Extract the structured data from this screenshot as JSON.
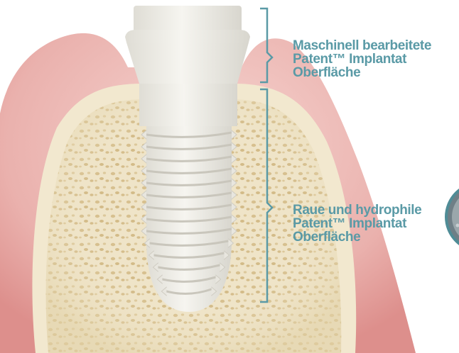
{
  "colors": {
    "gum": "#e7a7a4",
    "gum_light": "#f3c9c5",
    "bone": "#efe4c8",
    "bone_dark": "#d9c394",
    "implant": "#eeede7",
    "bracket": "#5a9aa6",
    "text": "#5a9aa6"
  },
  "labels": {
    "machined": {
      "line1": "Maschinell bearbeitete",
      "line2": "Patent™ Implantat",
      "line3": "Oberfläche"
    },
    "rough": {
      "line1": "Raue und hydrophile",
      "line2": "Patent™ Implantat",
      "line3": "Oberfläche"
    }
  },
  "icons": [
    "bracket-icon",
    "magnifier-circle-icon"
  ]
}
